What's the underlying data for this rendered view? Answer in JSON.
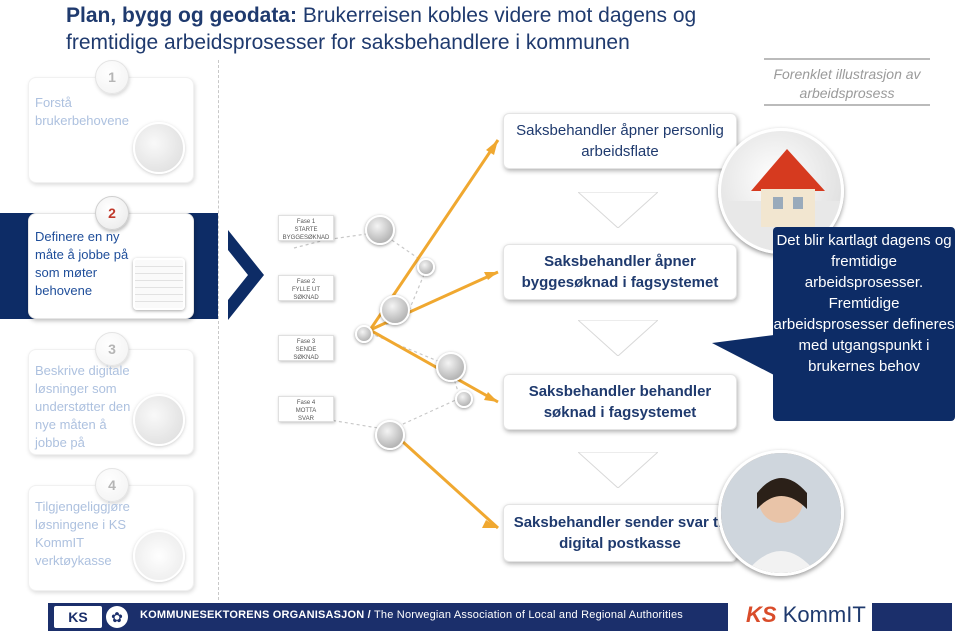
{
  "title": {
    "bold": "Plan, bygg og geodata:",
    "rest": "Brukerreisen kobles videre mot dagens og fremtidige arbeidsprosesser for saksbehandlere i kommunen"
  },
  "steps": [
    {
      "num": "1",
      "label": "Forstå brukerbehovene"
    },
    {
      "num": "2",
      "label": "Definere en ny måte å jobbe på som møter behovene"
    },
    {
      "num": "3",
      "label": "Beskrive digitale løsninger som understøtter den nye måten å jobbe på"
    },
    {
      "num": "4",
      "label": "Tilgjengeliggjøre løsningene i KS KommIT verktøykasse"
    }
  ],
  "phases": [
    {
      "line1": "Fase 1",
      "line2": "STARTE",
      "line3": "BYGGESØKNAD"
    },
    {
      "line1": "Fase 2",
      "line2": "FYLLE UT",
      "line3": "SØKNAD"
    },
    {
      "line1": "Fase 3",
      "line2": "SENDE",
      "line3": "SØKNAD"
    },
    {
      "line1": "Fase 4",
      "line2": "MOTTA",
      "line3": "SVAR"
    }
  ],
  "boxes": [
    "Saksbehandler åpner personlig arbeidsflate",
    "Saksbehandler åpner byggesøknad i fagsystemet",
    "Saksbehandler behandler søknad i fagsystemet",
    "Saksbehandler sender svar til digital postkasse"
  ],
  "note": "Forenklet illustrasjon av arbeidsprosess",
  "callout": "Det blir kartlagt dagens og fremtidige arbeidsprosesser. Fremtidige arbeidsprosesser defineres med utgangspunkt i brukernes  behov",
  "footer": {
    "logo": "KS",
    "org_bold": "KOMMUNESEKTORENS ORGANISASJON /",
    "org_en": "The Norwegian Association of Local and Regional Authorities",
    "kommit_ks": "KS",
    "kommit_rest": "KommIT"
  },
  "colors": {
    "navy": "#0d2c66",
    "accent_arrow": "#f0a830",
    "title": "#1f3a6e"
  }
}
